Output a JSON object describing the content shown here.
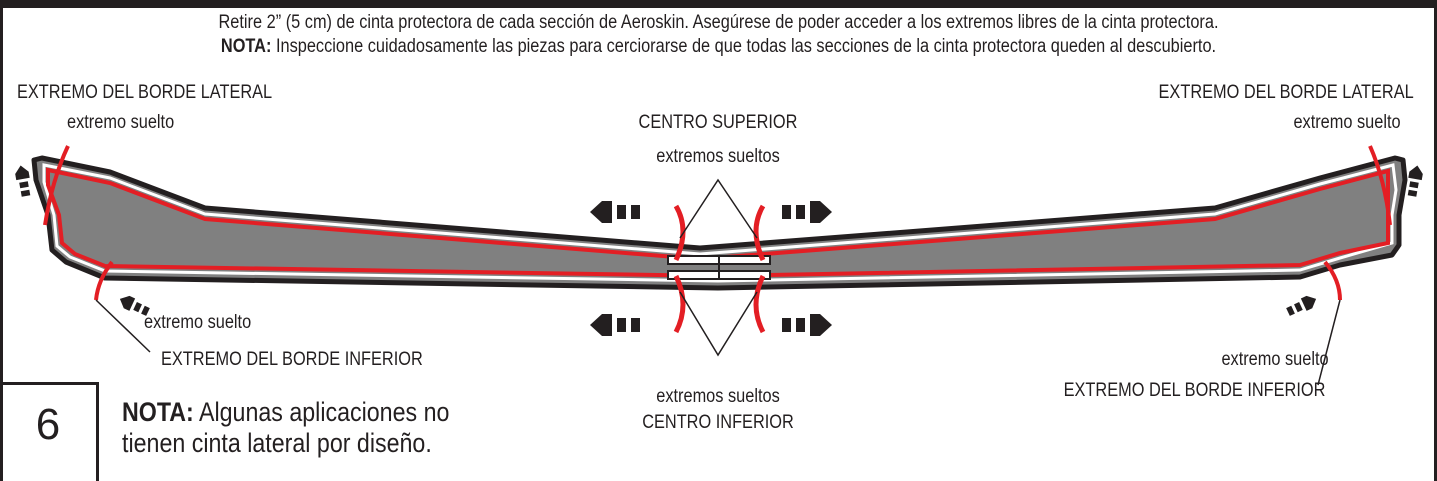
{
  "intro": {
    "line1": "Retire 2” (5 cm) de cinta protectora de cada sección de Aeroskin. Asegúrese de poder acceder a los extremos libres de la cinta protectora.",
    "note_label": "NOTA:",
    "note_text": " Inspeccione cuidadosamente las piezas para cerciorarse de que todas las secciones de la cinta protectora queden al descubierto."
  },
  "labels": {
    "side_edge_left": "EXTREMO DEL BORDE LATERAL",
    "side_edge_right": "EXTREMO DEL BORDE LATERAL",
    "loose_end_top_left": "extremo suelto",
    "loose_end_top_right": "extremo suelto",
    "top_center": "CENTRO SUPERIOR",
    "top_loose_ends": "extremos sueltos",
    "loose_end_bottom_left": "extremo suelto",
    "bottom_edge_left": "EXTREMO DEL BORDE INFERIOR",
    "loose_end_bottom_right": "extremo suelto",
    "bottom_edge_right": "EXTREMO DEL BORDE INFERIOR",
    "bottom_loose_ends": "extremos sueltos",
    "bottom_center": "CENTRO INFERIOR"
  },
  "step": {
    "number": "6",
    "note_label": "NOTA:",
    "note_line1": " Algunas aplicaciones no",
    "note_line2": "tienen cinta lateral por diseño."
  },
  "colors": {
    "outline": "#231f20",
    "panel": "#808080",
    "tape": "#e31e24"
  }
}
